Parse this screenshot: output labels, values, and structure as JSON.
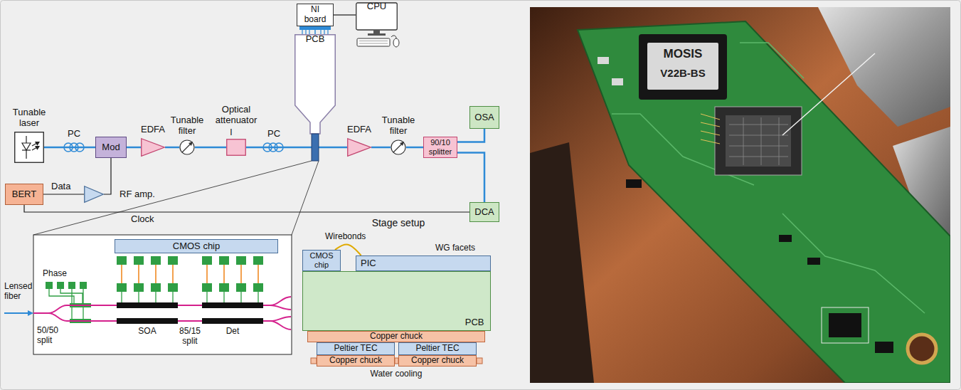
{
  "diagram": {
    "nodes": [
      {
        "text": [
          "NI board"
        ]
      },
      {
        "text": [
          "CPU"
        ]
      },
      {
        "text": [
          "PCB"
        ]
      },
      {
        "text": [
          "Tunable laser"
        ]
      },
      {
        "text": [
          "Mod"
        ]
      },
      {
        "text": [
          "EDFA"
        ]
      },
      {
        "text": [
          "Tunable filter"
        ]
      },
      {
        "text": [
          "Optical attenuator"
        ]
      },
      {
        "text": [
          "EDFA"
        ]
      },
      {
        "text": [
          "Tunable filter"
        ]
      },
      {
        "text": [
          "90/10 splitter"
        ]
      },
      {
        "text": [
          "OSA"
        ]
      },
      {
        "text": [
          "BERT"
        ]
      },
      {
        "text": [
          "RF amp."
        ]
      },
      {
        "text": [
          "DCA"
        ]
      },
      {
        "text": [
          "CMOS chip"
        ]
      },
      {
        "text": [
          "CMOS chip"
        ]
      },
      {
        "text": [
          "PIC"
        ]
      },
      {
        "text": [
          "PCB"
        ]
      },
      {
        "text": [
          "Copper chuck"
        ]
      },
      {
        "text": [
          "Peltier TEC"
        ]
      },
      {
        "text": [
          "Peltier TEC"
        ]
      },
      {
        "text": [
          "Copper chuck"
        ]
      },
      {
        "text": [
          "Copper chuck"
        ]
      }
    ],
    "edges": [
      {
        "from": 0,
        "to": 1,
        "arrow": "none"
      },
      {
        "from": 2,
        "to": 0,
        "arrow": "none"
      },
      {
        "from": 3,
        "to": 4,
        "arrow": "none"
      },
      {
        "from": 4,
        "to": 5,
        "arrow": "none"
      },
      {
        "from": 5,
        "to": 6,
        "arrow": "none"
      },
      {
        "from": 6,
        "to": 7,
        "arrow": "none"
      },
      {
        "from": 7,
        "to": 2,
        "arrow": "none"
      },
      {
        "from": 2,
        "to": 8,
        "arrow": "none"
      },
      {
        "from": 8,
        "to": 9,
        "arrow": "none"
      },
      {
        "from": 9,
        "to": 10,
        "arrow": "none"
      },
      {
        "from": 10,
        "to": 11,
        "arrow": "none"
      },
      {
        "from": 10,
        "to": 14,
        "arrow": "none"
      },
      {
        "from": 12,
        "to": 13,
        "label": "Data",
        "arrow": "none"
      },
      {
        "from": 13,
        "to": 4,
        "arrow": "none"
      },
      {
        "from": 12,
        "to": 14,
        "label": "Clock",
        "arrow": "none"
      },
      {
        "from": 16,
        "to": 17,
        "label": "Wirebonds",
        "arrow": "none"
      }
    ],
    "labels": [
      "PC",
      "I",
      "PC",
      "Phase",
      "50/50 split",
      "SOA",
      "85/15 split",
      "Det",
      "Lensed fiber",
      "Stage setup",
      "WG facets",
      "Water cooling",
      "MOSIS",
      "V22B-BS"
    ]
  }
}
